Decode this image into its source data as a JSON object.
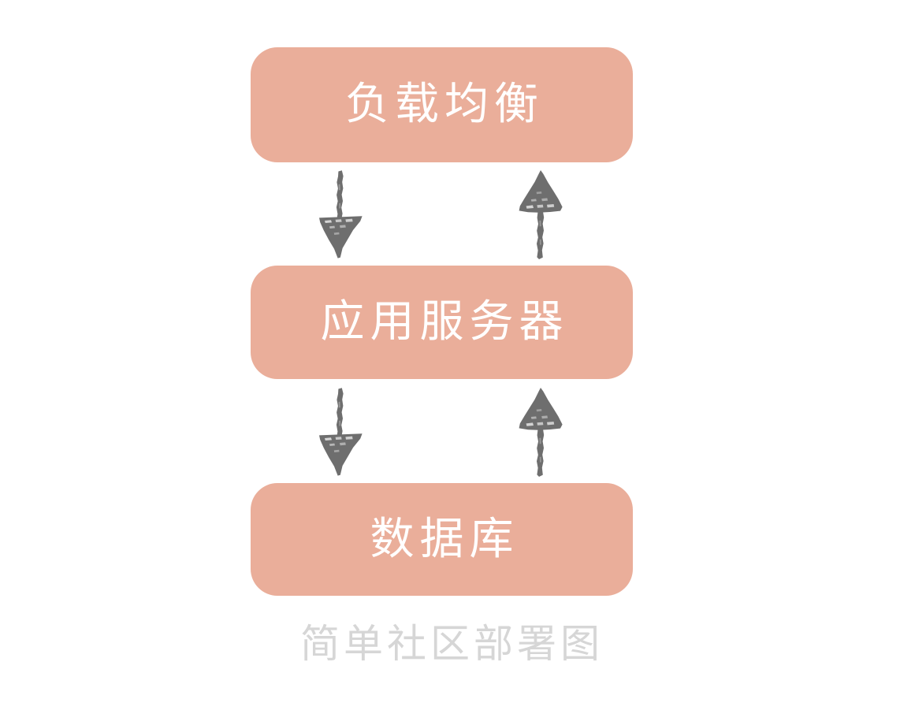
{
  "diagram": {
    "title": "简单社区部署图",
    "caption": "简单社区部署图",
    "background_color": "#ffffff",
    "node_fill_color": "#eaae9a",
    "node_text_color": "#ffffff",
    "arrow_color": "#6e6e6e",
    "caption_color": "#d6d6d6",
    "style": "hand-drawn sketch",
    "nodes": [
      {
        "id": "load-balancer",
        "label": "负载均衡"
      },
      {
        "id": "app-server",
        "label": "应用服务器"
      },
      {
        "id": "database",
        "label": "数据库"
      }
    ],
    "connections": [
      {
        "id": "lb-to-app",
        "from": "负载均衡",
        "to": "应用服务器",
        "direction": "down",
        "arrow_glyph": "↓"
      },
      {
        "id": "app-to-lb",
        "from": "应用服务器",
        "to": "负载均衡",
        "direction": "up",
        "arrow_glyph": "↑"
      },
      {
        "id": "app-to-db",
        "from": "应用服务器",
        "to": "数据库",
        "direction": "down",
        "arrow_glyph": "↓"
      },
      {
        "id": "db-to-app",
        "from": "数据库",
        "to": "应用服务器",
        "direction": "up",
        "arrow_glyph": "↑"
      }
    ]
  }
}
